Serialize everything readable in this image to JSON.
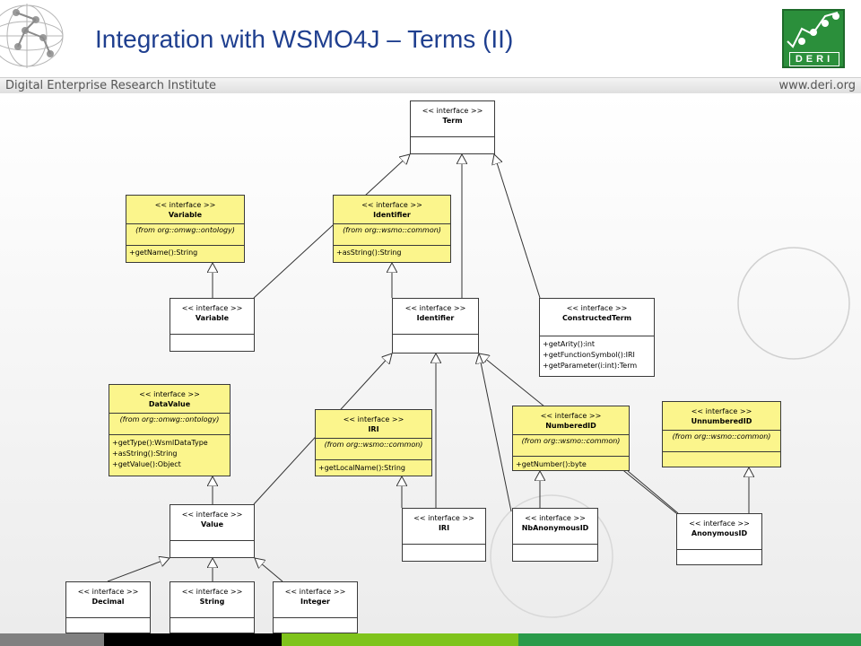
{
  "title": "Integration with WSMO4J – Terms (II)",
  "institute": "Digital Enterprise Research Institute",
  "website": "www.deri.org",
  "logo_text": "DERI",
  "colors": {
    "title": "#1f3f8f",
    "uml_yellow": "#fbf58c",
    "footer": [
      "#808080",
      "#000000",
      "#7fc31c",
      "#2a9a4a"
    ]
  },
  "stereotype": "<< interface >>",
  "classes": {
    "term": {
      "name": "Term"
    },
    "variable_ont": {
      "name": "Variable",
      "from": "(from org::omwg::ontology)",
      "ops": [
        "+getName():String"
      ]
    },
    "identifier_common": {
      "name": "Identifier",
      "from": "(from org::wsmo::common)",
      "ops": [
        "+asString():String"
      ]
    },
    "variable": {
      "name": "Variable"
    },
    "identifier": {
      "name": "Identifier"
    },
    "constructed_term": {
      "name": "ConstructedTerm",
      "ops": [
        "+getArity():int",
        "+getFunctionSymbol():IRI",
        "+getParameter(i:int):Term"
      ]
    },
    "data_value": {
      "name": "DataValue",
      "from": "(from org::omwg::ontology)",
      "ops": [
        "+getType():WsmlDataType",
        "+asString():String",
        "+getValue():Object"
      ]
    },
    "iri_common": {
      "name": "IRI",
      "from": "(from org::wsmo::common)",
      "ops": [
        "+getLocalName():String"
      ]
    },
    "numbered_id": {
      "name": "NumberedID",
      "from": "(from org::wsmo::common)",
      "ops": [
        "+getNumber():byte"
      ]
    },
    "unnumbered_id": {
      "name": "UnnumberedID",
      "from": "(from org::wsmo::common)"
    },
    "value": {
      "name": "Value"
    },
    "iri": {
      "name": "IRI"
    },
    "nb_anonymous_id": {
      "name": "NbAnonymousID"
    },
    "anonymous_id": {
      "name": "AnonymousID"
    },
    "decimal": {
      "name": "Decimal"
    },
    "string": {
      "name": "String"
    },
    "integer": {
      "name": "Integer"
    }
  }
}
